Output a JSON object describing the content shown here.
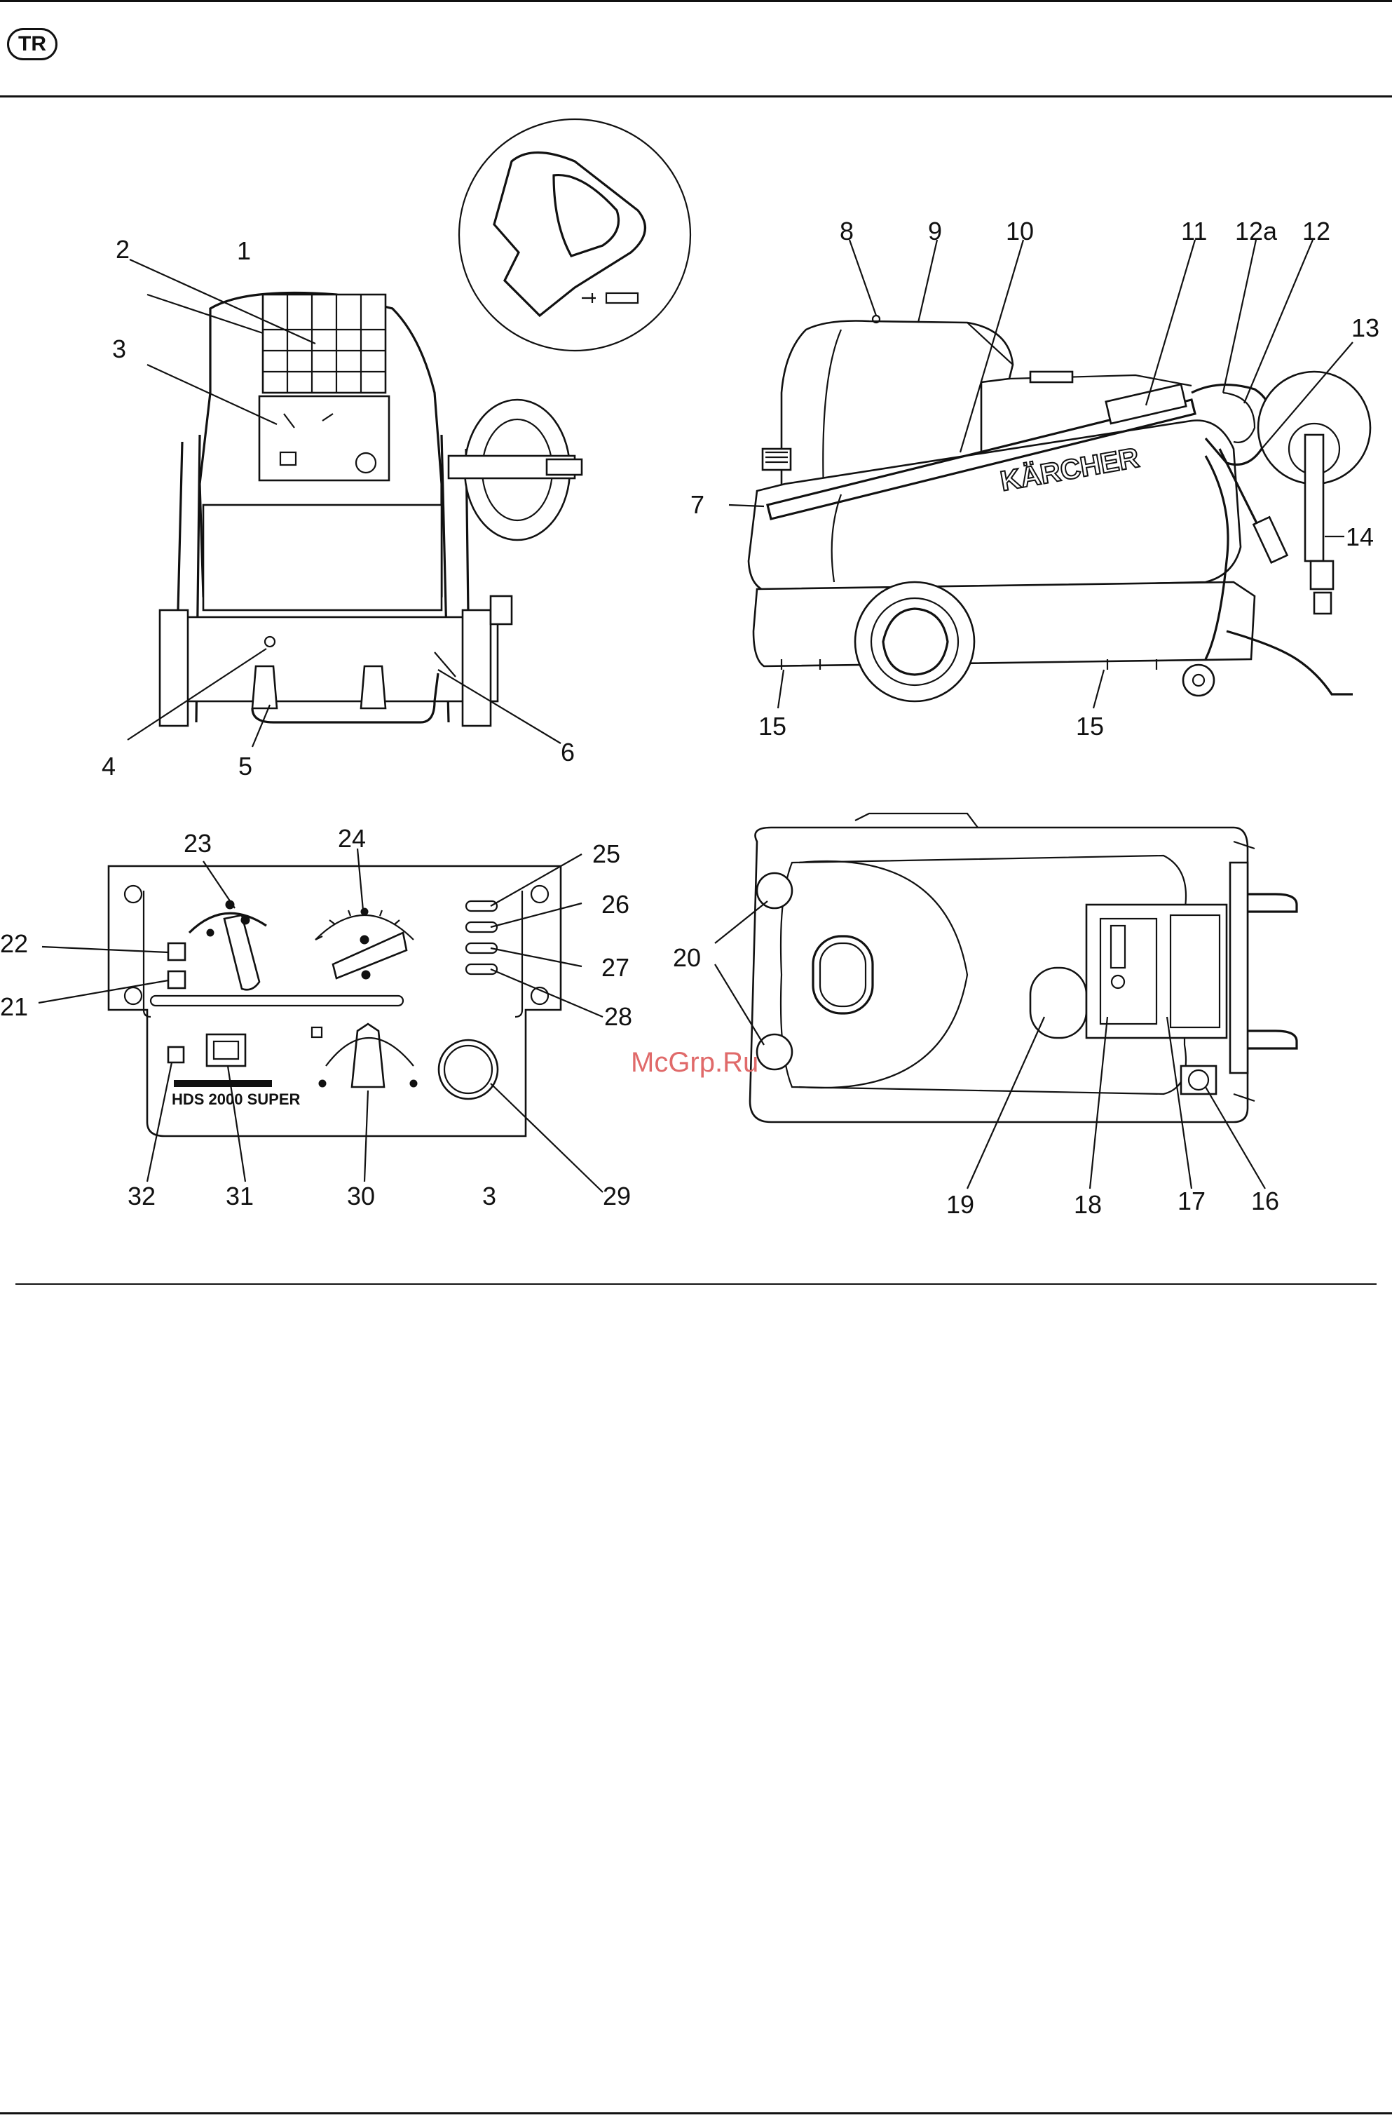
{
  "header": {
    "language_code": "TR"
  },
  "watermark": "McGrp.Ru",
  "figures": {
    "front_view": {
      "callouts": [
        "1",
        "2",
        "3",
        "4",
        "5",
        "6"
      ]
    },
    "side_view": {
      "brand": "KÄRCHER",
      "callouts": [
        "7",
        "8",
        "9",
        "10",
        "11",
        "12a",
        "12",
        "13",
        "14",
        "15",
        "15"
      ]
    },
    "control_panel": {
      "model": "HDS 2000 SUPER",
      "callouts": [
        "21",
        "22",
        "23",
        "24",
        "25",
        "26",
        "27",
        "28",
        "29",
        "3",
        "30",
        "31",
        "32"
      ]
    },
    "top_view": {
      "callouts": [
        "16",
        "17",
        "18",
        "19",
        "20"
      ]
    }
  }
}
